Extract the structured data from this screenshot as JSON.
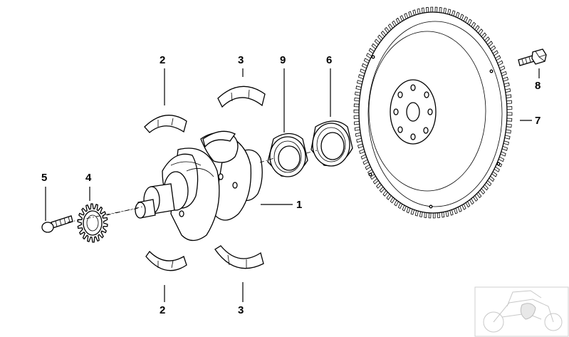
{
  "callouts": [
    {
      "id": "c2a",
      "label": "2"
    },
    {
      "id": "c3a",
      "label": "3"
    },
    {
      "id": "c9",
      "label": "9"
    },
    {
      "id": "c6",
      "label": "6"
    },
    {
      "id": "c8",
      "label": "8"
    },
    {
      "id": "c7",
      "label": "7"
    },
    {
      "id": "c5",
      "label": "5"
    },
    {
      "id": "c4",
      "label": "4"
    },
    {
      "id": "c1",
      "label": "1"
    },
    {
      "id": "c2b",
      "label": "2"
    },
    {
      "id": "c3b",
      "label": "3"
    }
  ]
}
